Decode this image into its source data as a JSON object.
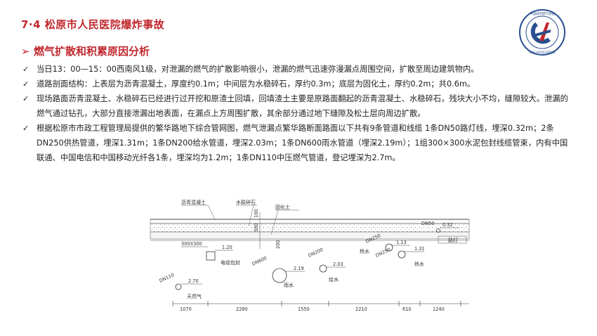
{
  "header": {
    "title": "7·4 松原市人民医院爆炸事故",
    "logo_text": "CHINA GAS ASSOCIATION · 中国城市燃气协会"
  },
  "section": {
    "marker": "➢",
    "title": "燃气扩散和积累原因分析"
  },
  "bullets": [
    "当日13：00—15：00西南风1级，对泄漏的燃气的扩散影响很小，泄漏的燃气迅速弥漫漏点周围空间，扩散至周边建筑物内。",
    "道路剖面结构：上表层为沥青混凝土，厚度约0.1m；中间层为水稳碎石，厚约0.3m；底层为固化土，厚约0.2m；共0.6m。",
    "现场路面沥青混凝土、水稳碎石已经进行过开挖和原渣土回填，回填渣土主要是原路面翻起的沥青混凝土、水稳碎石，残块大小不均，缝隙较大。泄漏的燃气通过钻孔，大部分直接泄漏出地表面，在漏点上方周围扩散，其余部分通过地下缝隙及松土层向周边扩散。",
    "根据松原市市政工程管理局提供的繁华路地下综合管网图，燃气泄漏点繁华路断面路面以下共有9条管道和线缆 1条DN50路灯线，埋深0.32m；2条DN250供热管道，埋深1.31m；1条DN200给水管道，埋深2.03m；1条DN600雨水管道（埋深2.19m）；1组300×300水泥包封线缆管束，内有中国联通、中国电信和中国移动光纤各1条，埋深均为1.2m；1条DN110中压燃气管道，登记埋深为2.7m。"
  ],
  "diagram": {
    "layer_labels": [
      "沥青混凝土",
      "水稳碎石",
      "固化土"
    ],
    "layer_dims": [
      "100",
      "300",
      "200"
    ],
    "pipes": [
      {
        "size": "300X300",
        "depth": "1.20",
        "name": "电缆包封"
      },
      {
        "size": "DN600",
        "depth": "2.19",
        "name": "雨水"
      },
      {
        "size": "DN200",
        "depth": "2.03",
        "name": "给水"
      },
      {
        "size": "DN250",
        "depth": "1.13",
        "name": "热水"
      },
      {
        "size": "DN250",
        "depth": "1.31",
        "name": "热水"
      },
      {
        "size": "DN50",
        "depth": "0.32",
        "name": "路灯"
      },
      {
        "size": "DN110",
        "depth": "2.70",
        "name": "天然气"
      }
    ],
    "spans": [
      "1070",
      "2280",
      "1550",
      "2210",
      "610",
      "1240"
    ]
  }
}
